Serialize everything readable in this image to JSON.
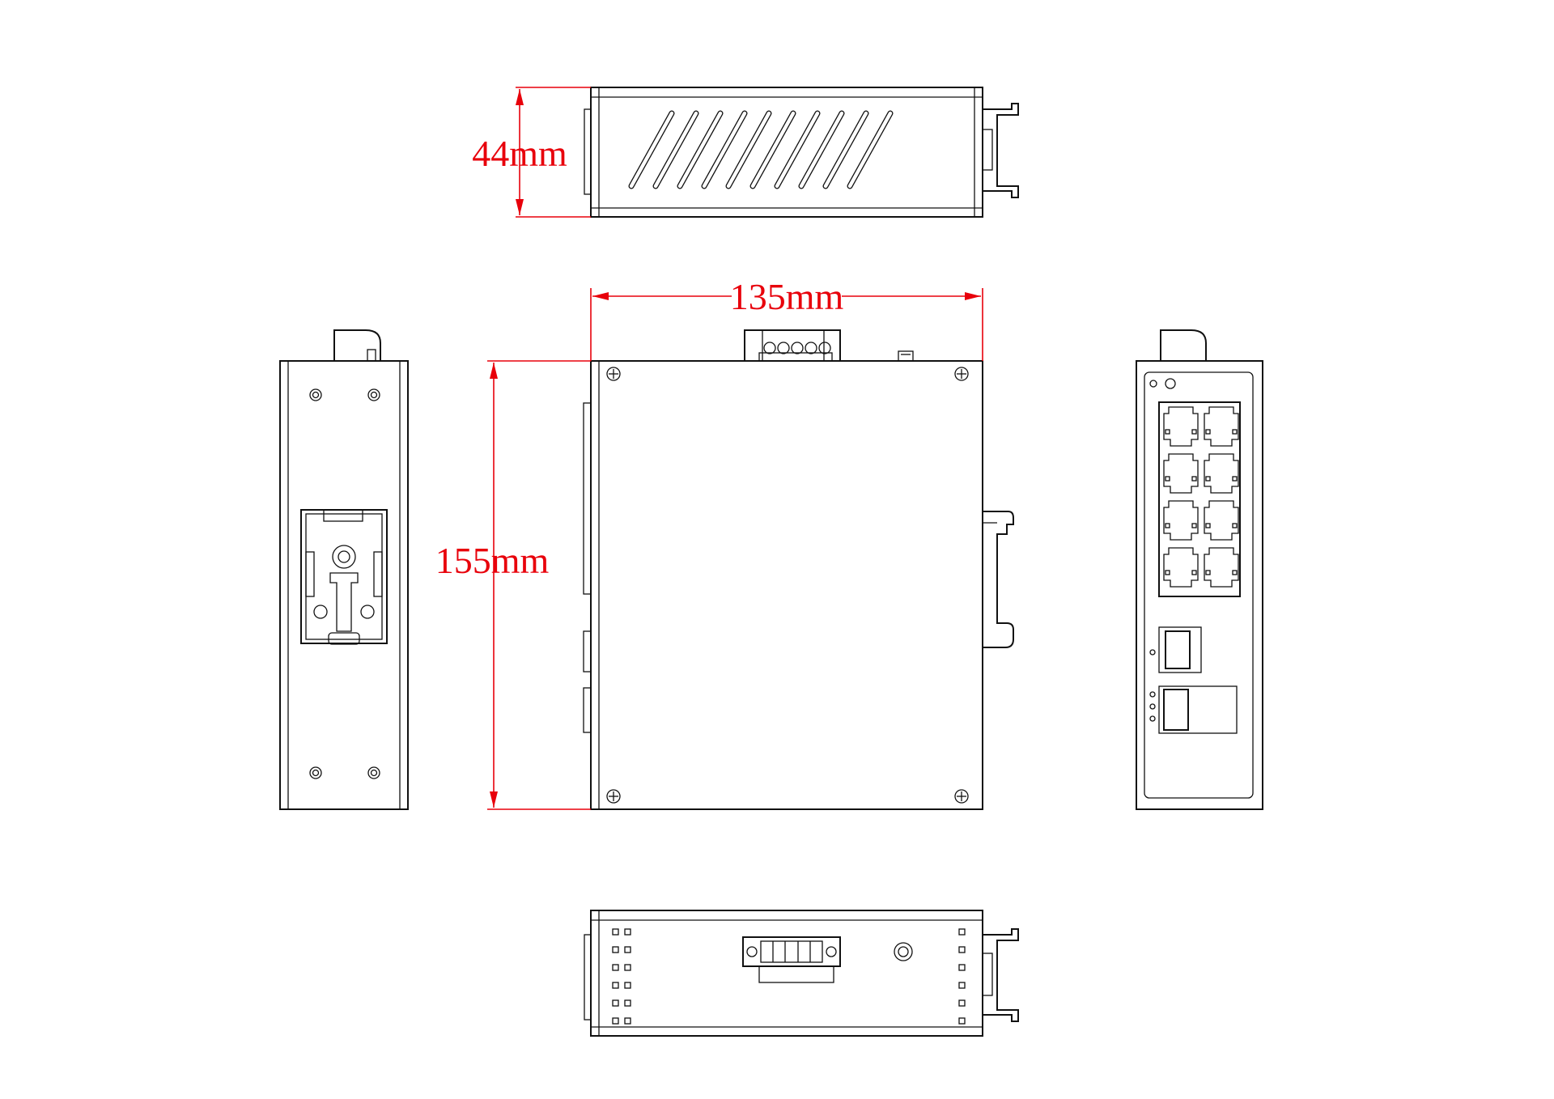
{
  "dimensions": {
    "height_label": "44mm",
    "width_label": "135mm",
    "depth_label": "155mm"
  },
  "colors": {
    "dimension_line": "#e8000b",
    "outline": "#111111",
    "background": "#ffffff"
  },
  "front_panel": {
    "rj45_port_count": 8,
    "sfp_port_count": 2,
    "status_led_count": 2
  }
}
